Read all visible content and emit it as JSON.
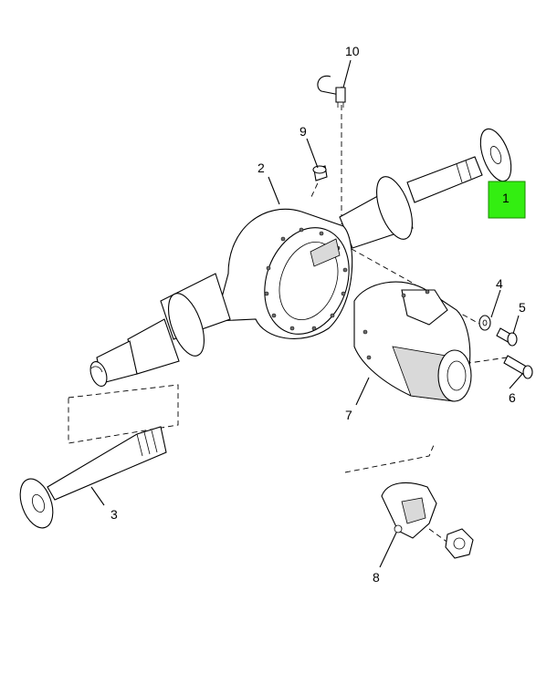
{
  "callouts": {
    "c1": "1",
    "c2": "2",
    "c3": "3",
    "c4": "4",
    "c5": "5",
    "c6": "6",
    "c7": "7",
    "c8": "8",
    "c9": "9",
    "c10": "10"
  },
  "highlight_color": "#33ee11"
}
